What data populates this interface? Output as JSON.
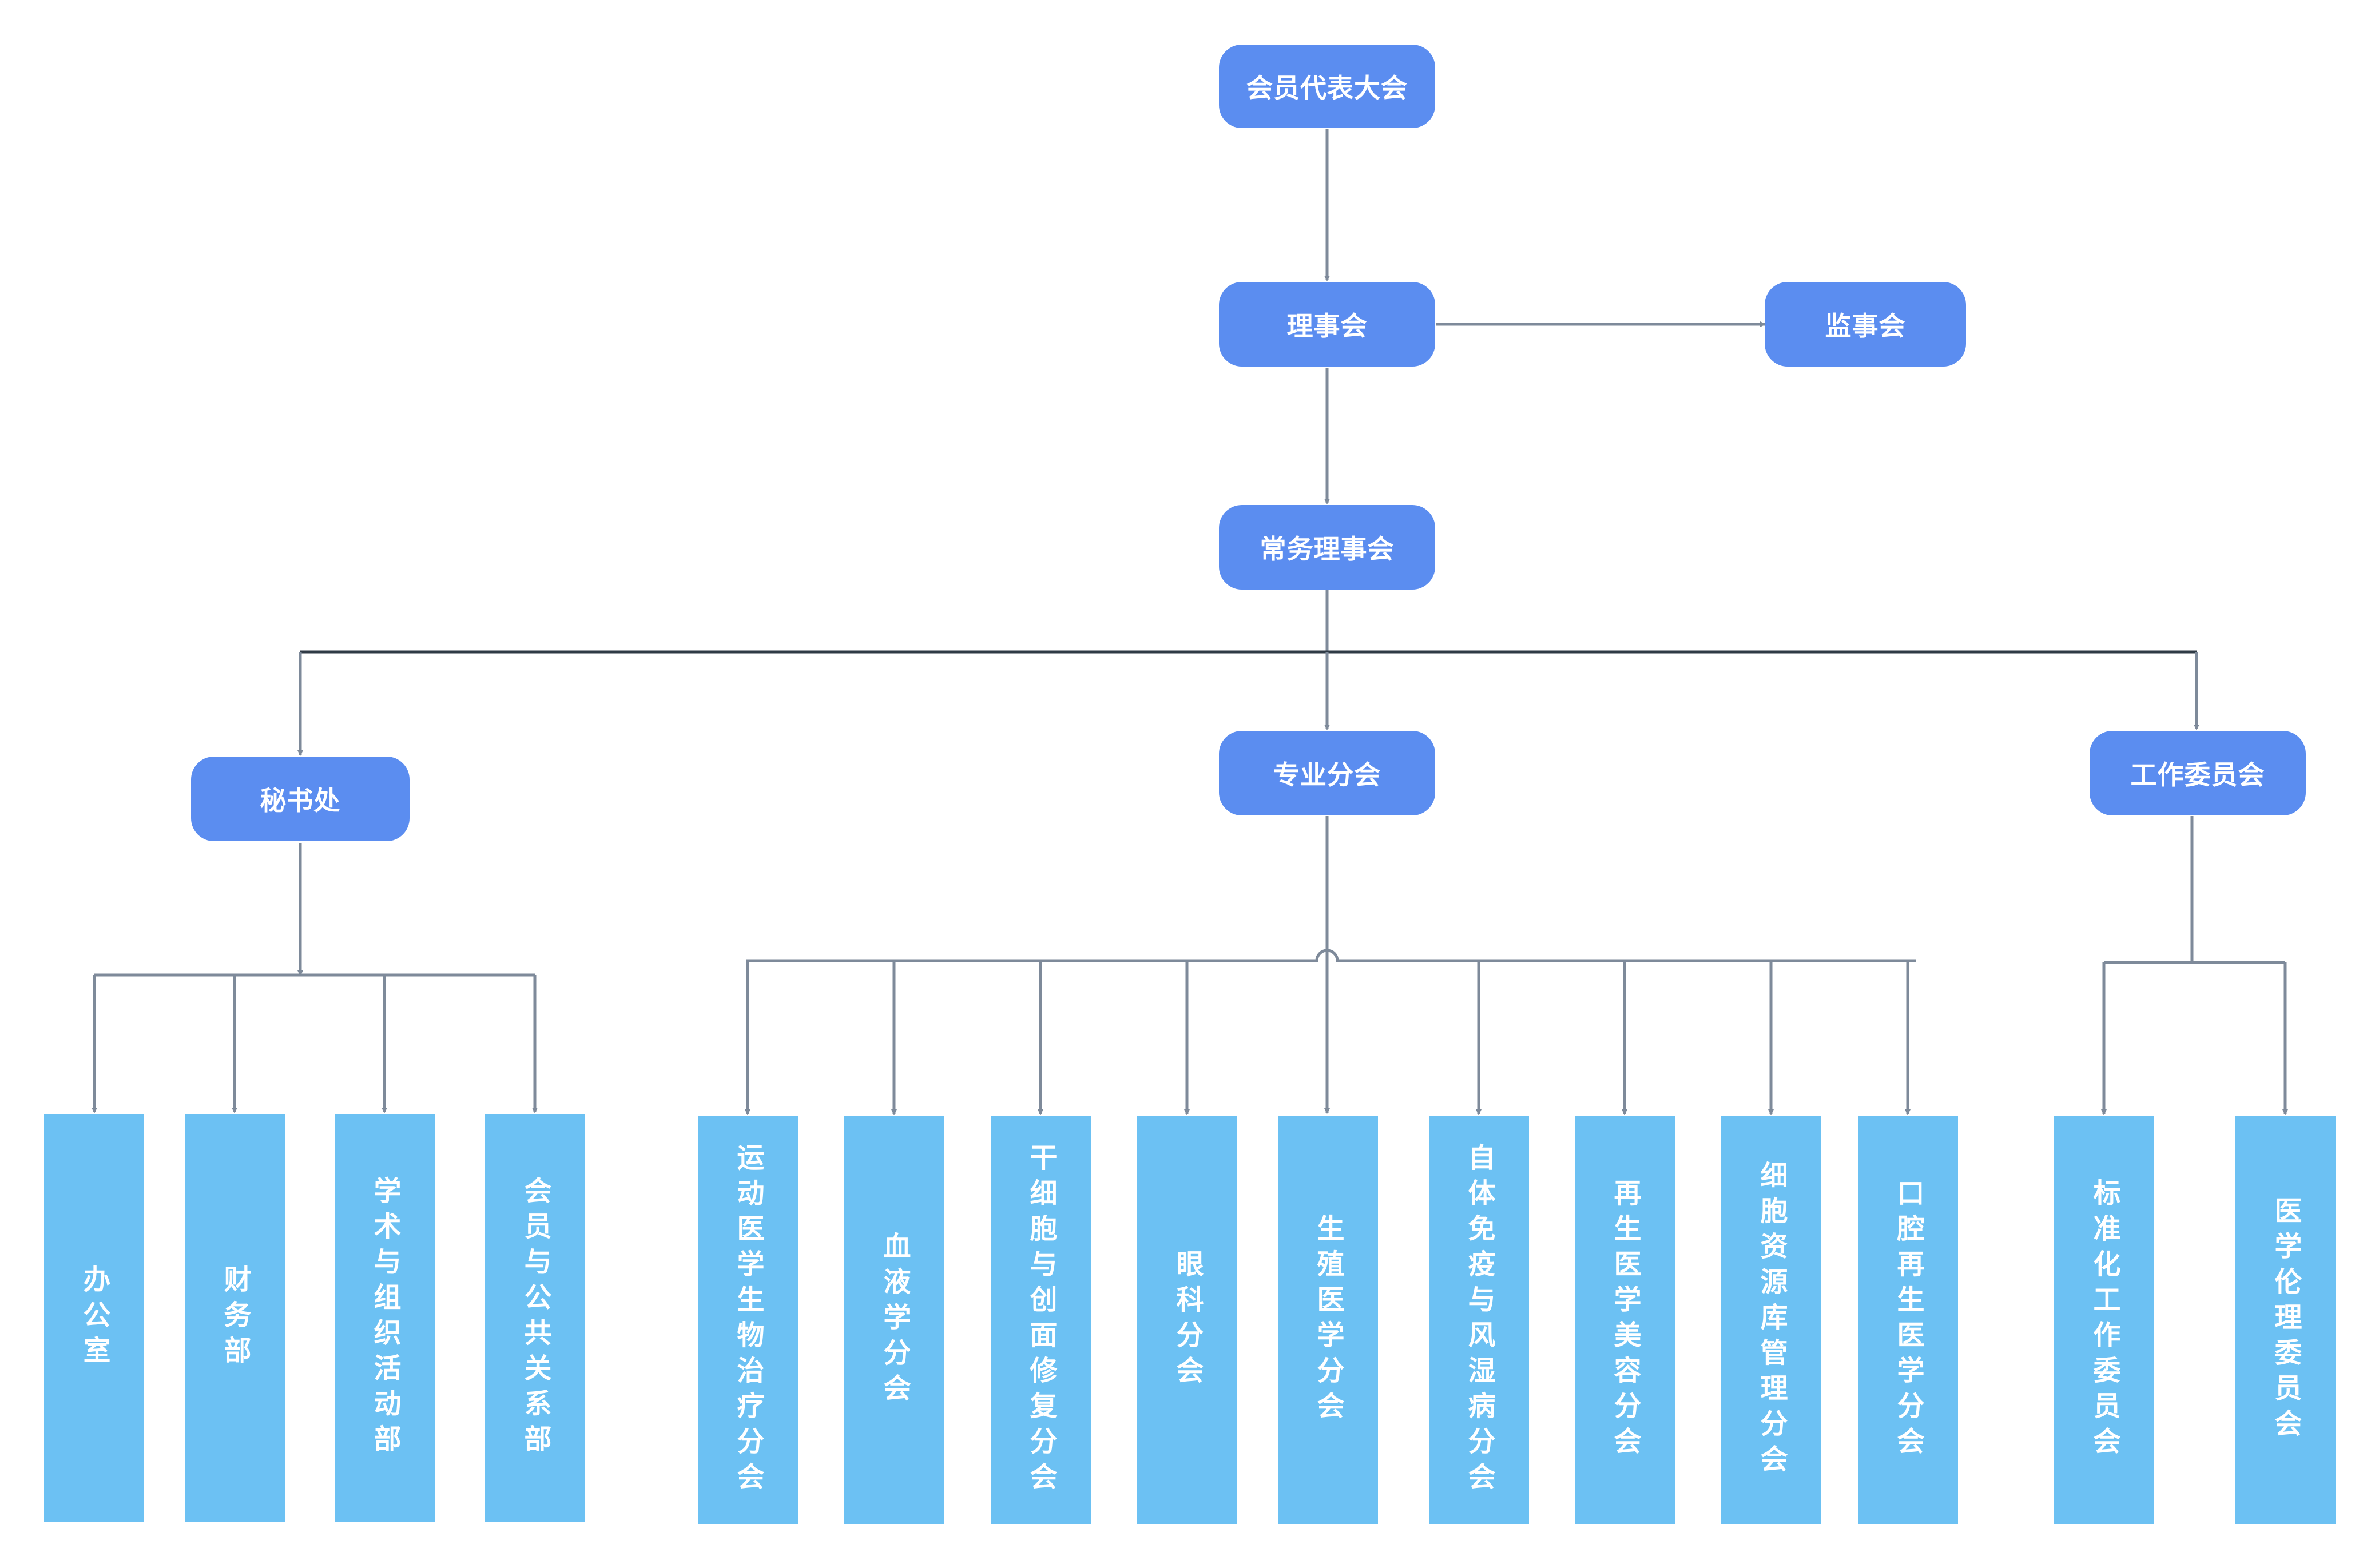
{
  "nodes": {
    "congress": "会员代表大会",
    "council": "理事会",
    "supervisors": "监事会",
    "standing": "常务理事会",
    "secretariat": "秘书处",
    "branches": "专业分会",
    "committees": "工作委员会"
  },
  "secretariat_units": [
    "办公室",
    "财务部",
    "学术与组织活动部",
    "会员与公共关系部"
  ],
  "branch_units": [
    "运动医学生物治疗分会",
    "血液学分会",
    "干细胞与创面修复分会",
    "眼科分会",
    "生殖医学分会",
    "自体免疫与风湿病分会",
    "再生医学美容分会",
    "细胞资源库管理分会",
    "口腔再生医学分会"
  ],
  "committee_units": [
    "标准化工作委员会",
    "医学伦理委员会"
  ],
  "colors": {
    "pill": "#5b8df0",
    "column": "#6cc1f3",
    "arrow": "#7e8a9a",
    "line": "#2f3a45"
  }
}
